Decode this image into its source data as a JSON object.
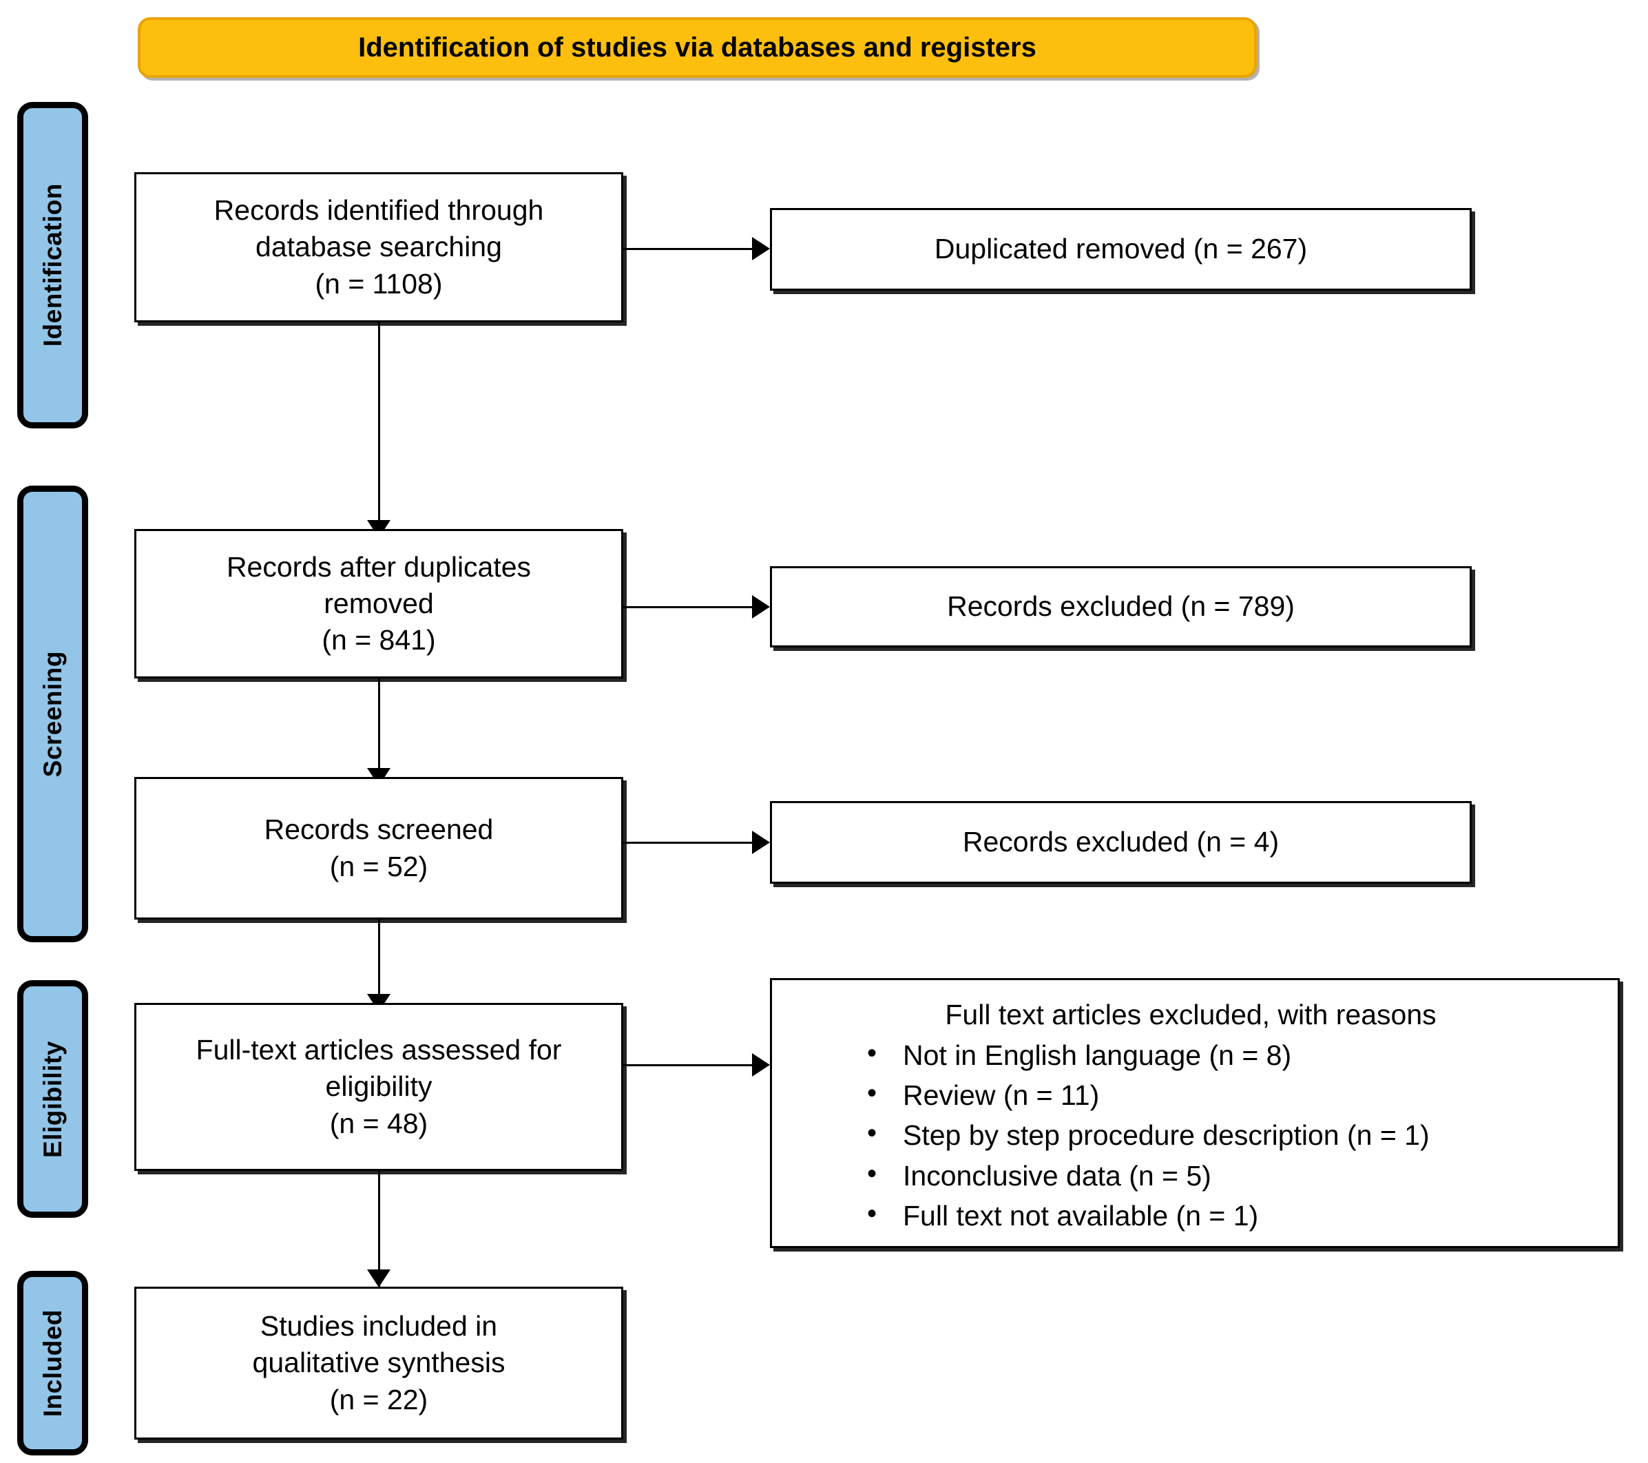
{
  "diagram": {
    "title": "Identification of studies via databases and registers",
    "type": "prisma-flow-diagram",
    "colors": {
      "banner_fill": "#FDBE0D",
      "banner_border": "#E8A400",
      "stage_fill": "#92C5E8",
      "stage_border": "#000000",
      "node_border": "#000000",
      "background": "#FFFFFF"
    }
  },
  "stages": [
    {
      "label": "Identification"
    },
    {
      "label": "Screening"
    },
    {
      "label": "Eligibility"
    },
    {
      "label": "Included"
    }
  ],
  "nodes": {
    "identified": {
      "line1": "Records identified through",
      "line2": "database searching",
      "line3": "(n = 1108)",
      "count": 1108
    },
    "duplicates_removed": {
      "line1": "Duplicated removed (n = 267)",
      "count": 267
    },
    "after_duplicates": {
      "line1": "Records after duplicates",
      "line2": "removed",
      "line3": "(n = 841)",
      "count": 841
    },
    "records_excluded_789": {
      "line1": "Records excluded (n = 789)",
      "count": 789
    },
    "records_screened": {
      "line1": "Records screened",
      "line2": "(n = 52)",
      "count": 52
    },
    "records_excluded_4": {
      "line1": "Records excluded (n = 4)",
      "count": 4
    },
    "fulltext_assessed": {
      "line1": "Full-text articles assessed for",
      "line2": "eligibility",
      "line3": "(n = 48)",
      "count": 48
    },
    "fulltext_excluded": {
      "title": "Full text articles excluded, with reasons",
      "reasons": [
        {
          "label": "Not in English language (n = 8)",
          "count": 8
        },
        {
          "label": "Review (n = 11)",
          "count": 11
        },
        {
          "label": "Step by step procedure description  (n = 1)",
          "count": 1
        },
        {
          "label": "Inconclusive data (n = 5)",
          "count": 5
        },
        {
          "label": "Full text not available (n = 1)",
          "count": 1
        }
      ]
    },
    "included": {
      "line1": "Studies included in",
      "line2": "qualitative synthesis",
      "line3": "(n = 22)",
      "count": 22
    }
  }
}
